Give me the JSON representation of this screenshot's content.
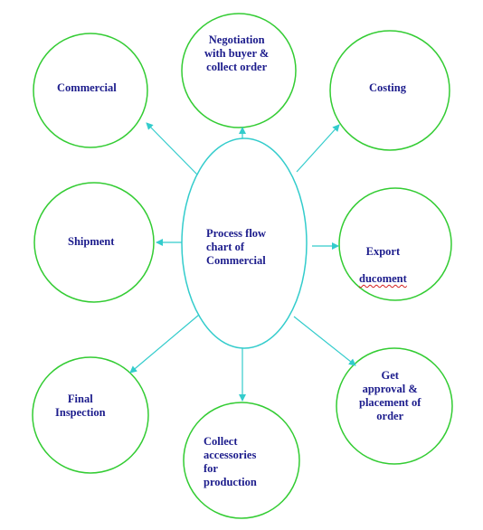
{
  "diagram": {
    "center": {
      "label": "Process flow\nchart of\nCommercial"
    },
    "nodes": {
      "commercial": {
        "label": "Commercial"
      },
      "negotiation": {
        "label": "Negotiation\nwith buyer &\ncollect order"
      },
      "costing": {
        "label": "Costing"
      },
      "shipment": {
        "label": "Shipment"
      },
      "export_line1": {
        "label": "Export"
      },
      "export_line2": {
        "label": "ducoment"
      },
      "final_inspection": {
        "label": "Final\nInspection"
      },
      "collect_accessories": {
        "label": "Collect\naccessories\nfor\nproduction"
      },
      "get_approval": {
        "label": "Get\napproval &\nplacement of\norder"
      }
    },
    "colors": {
      "circle_stroke": "#33cc33",
      "ellipse_stroke": "#33cccc",
      "arrow": "#33cccc",
      "text": "#1c1c8c"
    }
  }
}
